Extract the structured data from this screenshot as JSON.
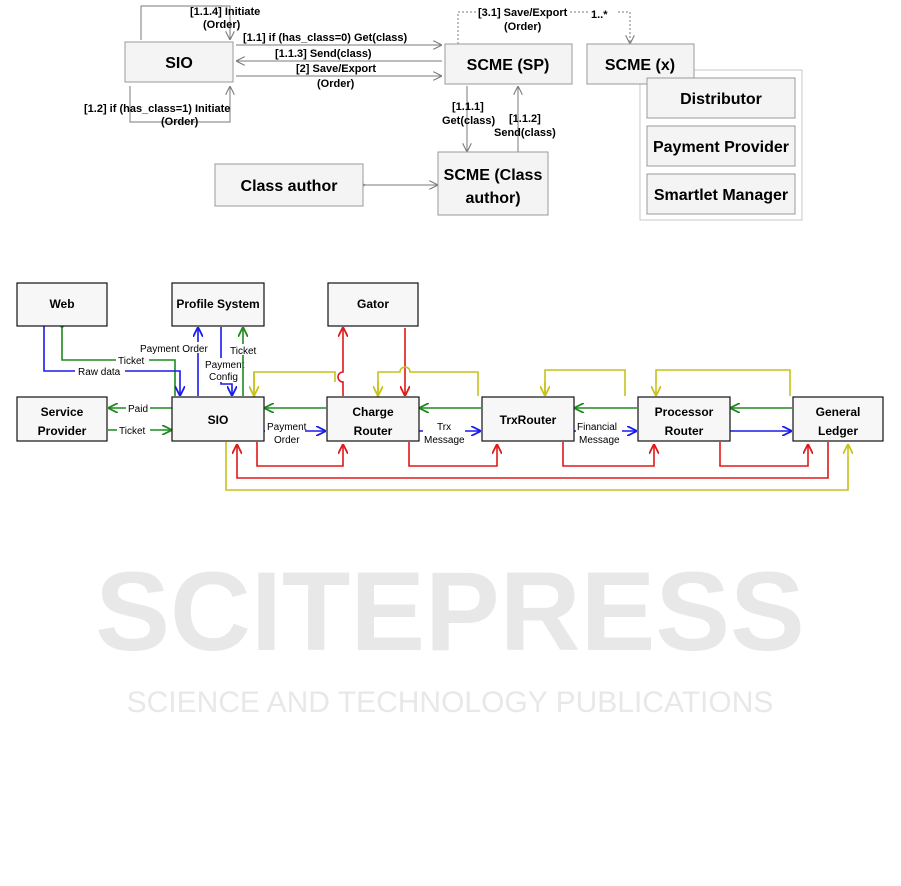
{
  "uml": {
    "nodes": {
      "sio": "SIO",
      "scme_sp": "SCME (SP)",
      "scme_x": "SCME (x)",
      "scme_ca_l1": "SCME (Class",
      "scme_ca_l2": "author)",
      "class_author": "Class author",
      "distributor": "Distributor",
      "payment_provider": "Payment Provider",
      "smartlet_manager": "Smartlet Manager"
    },
    "labels": {
      "l114_a": "[1.1.4] Initiate",
      "l114_b": "(Order)",
      "l11": "[1.1] if (has_class=0) Get(class)",
      "l113": "[1.1.3] Send(class)",
      "l2_a": "[2] Save/Export",
      "l2_b": "(Order)",
      "l12_a": "[1.2] if (has_class=1) Initiate",
      "l12_b": "(Order)",
      "l31_a": "[3.1] Save/Export",
      "l31_b": "(Order)",
      "mult": "1..*",
      "l111_a": "[1.1.1]",
      "l111_b": "Get(class)",
      "l112_a": "[1.1.2]",
      "l112_b": "Send(class)"
    }
  },
  "flow": {
    "nodes": {
      "web": "Web",
      "profile": "Profile System",
      "gator": "Gator",
      "sp_l1": "Service",
      "sp_l2": "Provider",
      "sio": "SIO",
      "cr_l1": "Charge",
      "cr_l2": "Router",
      "trx": "TrxRouter",
      "pr_l1": "Processor",
      "pr_l2": "Router",
      "gl_l1": "General",
      "gl_l2": "Ledger"
    },
    "labels": {
      "ticket1": "Ticket",
      "raw": "Raw data",
      "po1": "Payment Order",
      "pc_a": "Payment",
      "pc_b": "Config",
      "ticket2": "Ticket",
      "paid": "Paid",
      "ticket3": "Ticket",
      "po2_a": "Payment",
      "po2_b": "Order",
      "trx_a": "Trx",
      "trx_b": "Message",
      "fin_a": "Financial",
      "fin_b": "Message"
    },
    "colors": {
      "blue": "#1a1aee",
      "green": "#1e8a1e",
      "red": "#e01818",
      "yellow": "#c6c21a"
    }
  },
  "watermark": {
    "line1": "SCITEPRESS",
    "line2": "SCIENCE AND TECHNOLOGY PUBLICATIONS"
  }
}
